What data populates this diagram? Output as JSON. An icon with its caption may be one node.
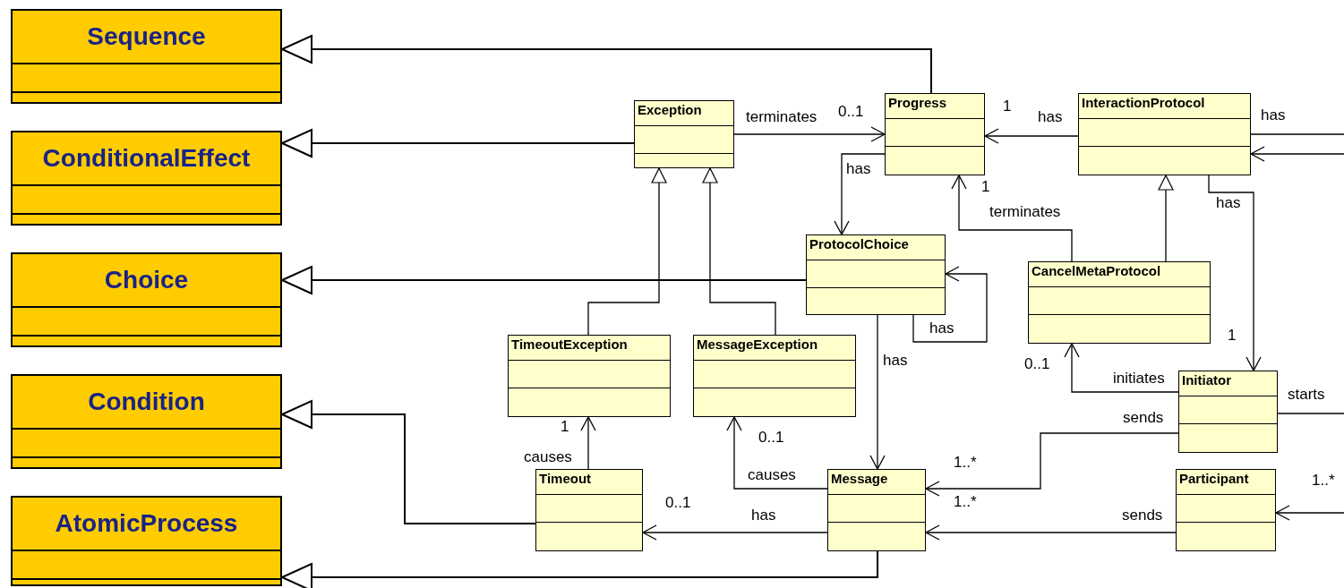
{
  "diagram": {
    "nodes": [
      {
        "text": [
          "Sequence"
        ]
      },
      {
        "text": [
          "ConditionalEffect"
        ]
      },
      {
        "text": [
          "Choice"
        ]
      },
      {
        "text": [
          "Condition"
        ]
      },
      {
        "text": [
          "AtomicProcess"
        ]
      },
      {
        "text": [
          "Exception"
        ]
      },
      {
        "text": [
          "Progress"
        ]
      },
      {
        "text": [
          "InteractionProtocol"
        ]
      },
      {
        "text": [
          "ProtocolChoice"
        ]
      },
      {
        "text": [
          "CancelMetaProtocol"
        ]
      },
      {
        "text": [
          "TimeoutException"
        ]
      },
      {
        "text": [
          "MessageException"
        ]
      },
      {
        "text": [
          "Initiator"
        ]
      },
      {
        "text": [
          "Timeout"
        ]
      },
      {
        "text": [
          "Message"
        ]
      },
      {
        "text": [
          "Participant"
        ]
      }
    ],
    "edges": [
      {
        "from": 6,
        "to": 0,
        "arrow": "to"
      },
      {
        "from": 5,
        "to": 1,
        "arrow": "to"
      },
      {
        "from": 8,
        "to": 2,
        "arrow": "to"
      },
      {
        "from": 13,
        "to": 3,
        "arrow": "to"
      },
      {
        "from": 14,
        "to": 4,
        "arrow": "to"
      },
      {
        "from": 10,
        "to": 5,
        "arrow": "to"
      },
      {
        "from": 11,
        "to": 5,
        "arrow": "to"
      },
      {
        "from": 9,
        "to": 7,
        "arrow": "to"
      },
      {
        "from": 5,
        "to": 6,
        "arrow": "to",
        "label": "terminates"
      },
      {
        "from": 7,
        "to": 6,
        "arrow": "to",
        "label": "has"
      },
      {
        "from": 6,
        "to": 8,
        "arrow": "to",
        "label": "has"
      },
      {
        "from": 9,
        "to": 6,
        "arrow": "to",
        "label": "terminates"
      },
      {
        "from": 8,
        "to": 8,
        "arrow": "to",
        "label": "has"
      },
      {
        "from": 8,
        "to": 14,
        "arrow": "to",
        "label": "has"
      },
      {
        "from": 7,
        "to": 12,
        "arrow": "to",
        "label": "has"
      },
      {
        "from": 12,
        "to": 9,
        "arrow": "to",
        "label": "initiates"
      },
      {
        "from": 12,
        "to": 14,
        "arrow": "to",
        "label": "sends"
      },
      {
        "from": 13,
        "to": 10,
        "arrow": "to",
        "label": "causes"
      },
      {
        "from": 14,
        "to": 11,
        "arrow": "to",
        "label": "causes"
      },
      {
        "from": 14,
        "to": 13,
        "arrow": "to",
        "label": "has"
      },
      {
        "from": 15,
        "to": 14,
        "arrow": "to",
        "label": "sends"
      },
      {
        "from": 7,
        "to": null,
        "arrow": "none",
        "label": "has"
      },
      {
        "from": null,
        "to": 7,
        "arrow": "to"
      },
      {
        "from": 12,
        "to": null,
        "arrow": "none",
        "label": "starts"
      },
      {
        "from": null,
        "to": 15,
        "arrow": "to"
      }
    ],
    "labels": [
      "0..1",
      "1",
      "1",
      "0..1",
      "1",
      "1",
      "1..*",
      "0..1",
      "1..*",
      "0..1",
      "1..*"
    ]
  }
}
